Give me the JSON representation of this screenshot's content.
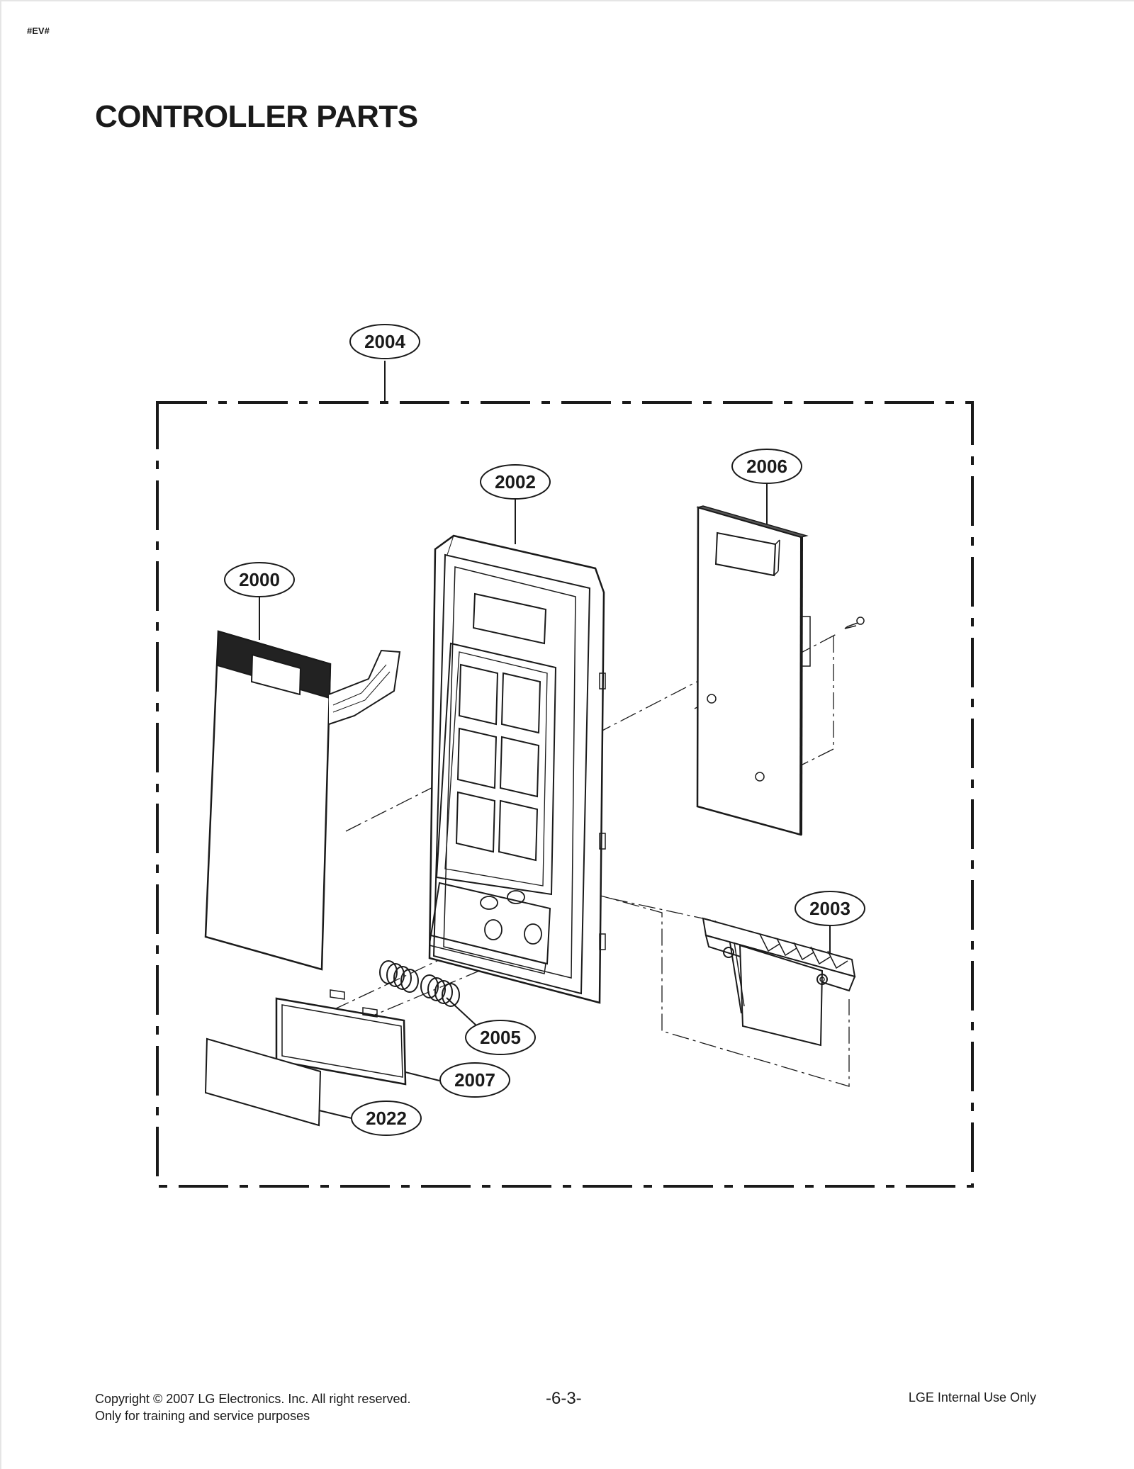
{
  "corner_tag": "#EV#",
  "title": "CONTROLLER PARTS",
  "callouts": {
    "c2004": "2004",
    "c2002": "2002",
    "c2006": "2006",
    "c2000": "2000",
    "c2003": "2003",
    "c2005": "2005",
    "c2007": "2007",
    "c2022": "2022"
  },
  "footer": {
    "copyright": "Copyright © 2007 LG Electronics. Inc. All right reserved.",
    "purpose": "Only for training and service purposes",
    "page_number": "-6-3-",
    "internal": "LGE Internal Use Only"
  }
}
